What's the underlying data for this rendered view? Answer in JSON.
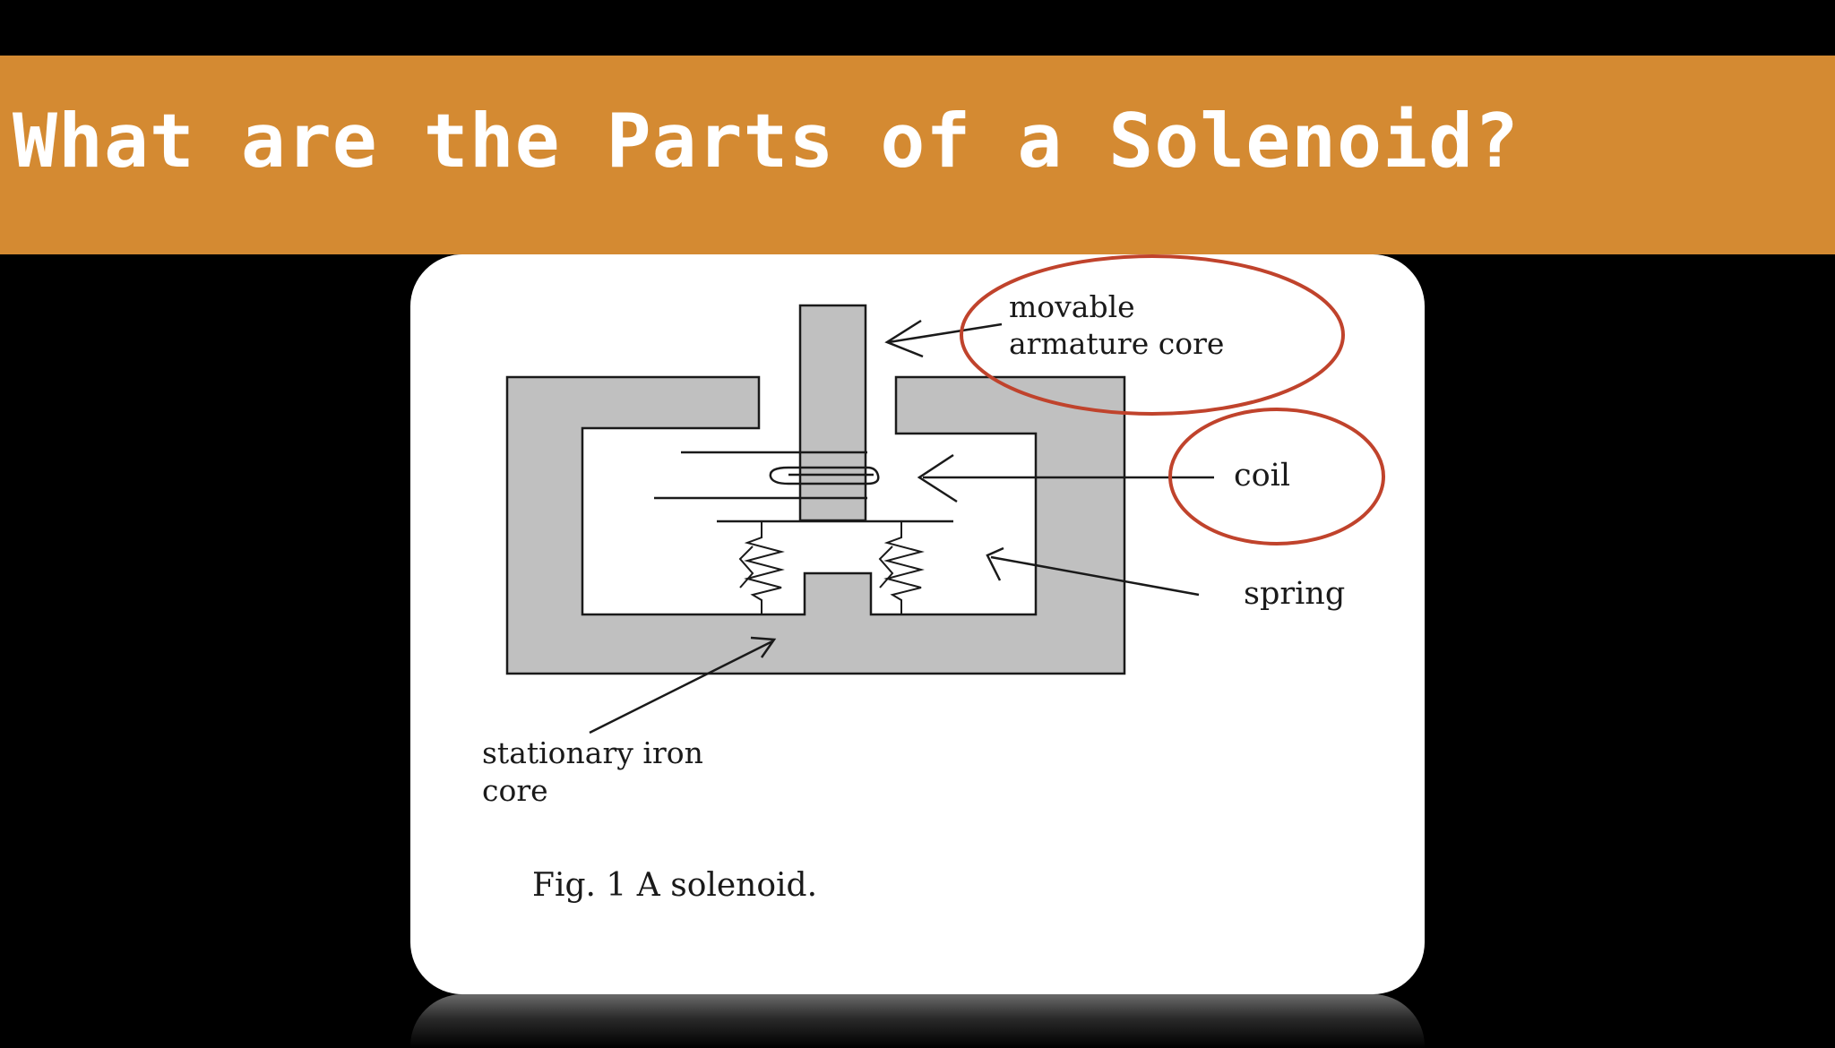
{
  "slide": {
    "title": "What are the Parts of a Solenoid?"
  },
  "diagram": {
    "labels": {
      "movable_line1": "movable",
      "movable_line2": "armature core",
      "coil": "coil",
      "spring": "spring",
      "stationary_line1": "stationary iron",
      "stationary_line2": "core",
      "caption": "Fig. 1  A solenoid."
    },
    "colors": {
      "title_bar": "#d48a32",
      "iron": "#c0c0c0",
      "highlight_circle": "#c0432c"
    }
  }
}
